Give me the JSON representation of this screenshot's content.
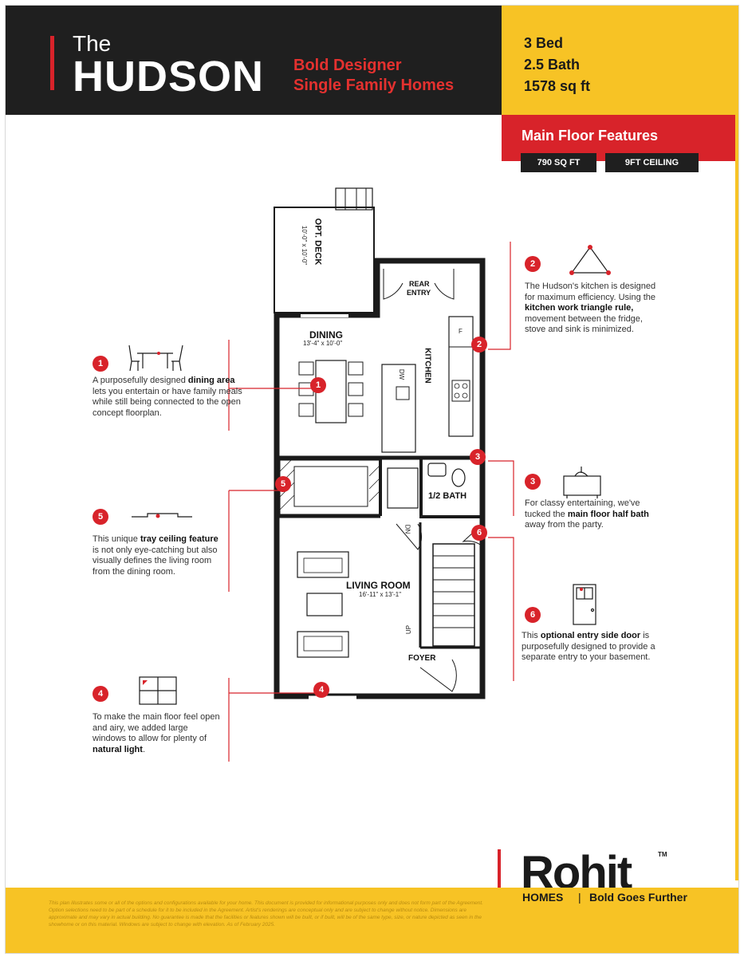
{
  "header": {
    "pre_title": "The",
    "title": "HUDSON",
    "tagline_line1": "Bold Designer",
    "tagline_line2": "Single Family Homes",
    "beds": "3 Bed",
    "baths": "2.5 Bath",
    "area": "1578 sq ft"
  },
  "section": {
    "title": "Main Floor Features",
    "sqft": "790 SQ FT",
    "ceiling": "9FT CEILING"
  },
  "callouts": [
    {
      "number": "1",
      "pre": "A purposefully designed ",
      "bold": "dining area",
      "post": " lets you entertain or have family meals while still being connected to the open concept floorplan."
    },
    {
      "number": "2",
      "pre": "The Hudson's kitchen is designed for maximum efficiency. Using the ",
      "bold": "kitchen work triangle rule,",
      "post": " movement between the fridge, stove and sink is minimized."
    },
    {
      "number": "3",
      "pre": "For classy entertaining, we've tucked the ",
      "bold": "main floor half bath",
      "post": " away from the party."
    },
    {
      "number": "4",
      "pre": "To make the main floor feel open and airy, we added large windows to allow for plenty of ",
      "bold": "natural light",
      "post": "."
    },
    {
      "number": "5",
      "pre": "This unique ",
      "bold": "tray ceiling feature",
      "post": " is not only eye-catching but also visually defines the living room from the dining room."
    },
    {
      "number": "6",
      "pre": "This ",
      "bold": "optional entry side door",
      "post": " is purposefully designed to provide a separate entry to your basement."
    }
  ],
  "plan": {
    "deck": "OPT. DECK",
    "deck_dim": "10'-0\" x 10'-0\"",
    "rear_entry_1": "REAR",
    "rear_entry_2": "ENTRY",
    "dining": "DINING",
    "dining_dim": "13'-4\" x 10'-0\"",
    "kitchen": "KITCHEN",
    "dw": "DW",
    "fridge": "F",
    "half_bath": "1/2 BATH",
    "dn": "DN",
    "up": "UP",
    "living": "LIVING ROOM",
    "living_dim": "16'-11\" x 13'-1\"",
    "foyer": "FOYER"
  },
  "footer": {
    "legal": "This plan illustrates some or all of the options and configurations available for your home. This document is provided for informational purposes only and does not form part of the Agreement. Option selections need to be part of a schedule for it to be included in the Agreement. Artist's renderings are conceptual only and are subject to change without notice. Dimensions are approximate and may vary in actual building. No guarantee is made that the facilities or features shown will be built, or if built, will be of the same type, size, or nature depicted as seen in the showhome or on this material. Windows are subject to change with elevation. As of February 2025.",
    "logo": "Rohit",
    "tm": "TM",
    "homes": "HOMES",
    "separator": "|",
    "slogan": "Bold Goes Further"
  },
  "colors": {
    "red": "#d8232a",
    "yellow": "#f7c325",
    "black": "#1f1f1f"
  }
}
